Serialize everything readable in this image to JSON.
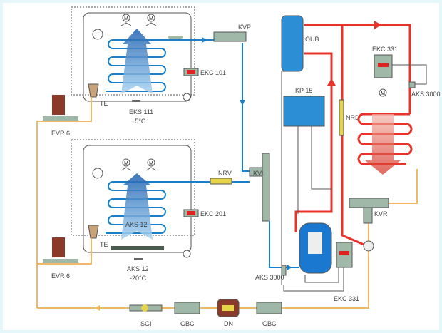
{
  "colors": {
    "suction": "#1a7fc8",
    "discharge": "#e8332a",
    "liquid": "#f2b866",
    "wire": "#555555",
    "component": "#9fb8a8",
    "compressor": "#1b78d0"
  },
  "upper_evaporator": {
    "controller": "EKC 101",
    "sensor": "EKS 111",
    "temperature": "+5°C",
    "expansion_valve": "TE",
    "solenoid": "EVR 6"
  },
  "lower_evaporator": {
    "controller": "EKC 201",
    "sensor_inside": "AKS 12",
    "sensor": "AKS 12",
    "temperature": "-20°C",
    "expansion_valve": "TE",
    "solenoid": "EVR 6"
  },
  "suction_side": {
    "evap_pressure_valve": "KVP",
    "check_valve": "NRV",
    "crankcase_valve": "KVL",
    "pressure_transmitter": "AKS 3000"
  },
  "discharge_side": {
    "oil_separator": "OUB",
    "pressure_switch": "KP 15",
    "check_valve": "NRD"
  },
  "condenser": {
    "controller": "EKC 331",
    "pressure_transmitter": "AKS 3000",
    "receiver_valve": "KVR"
  },
  "compressor_controller": "EKC 331",
  "liquid_line": {
    "sight_glass": "SGI",
    "valve1": "GBC",
    "filter_drier": "DN",
    "valve2": "GBC"
  },
  "fan_symbol": "M"
}
